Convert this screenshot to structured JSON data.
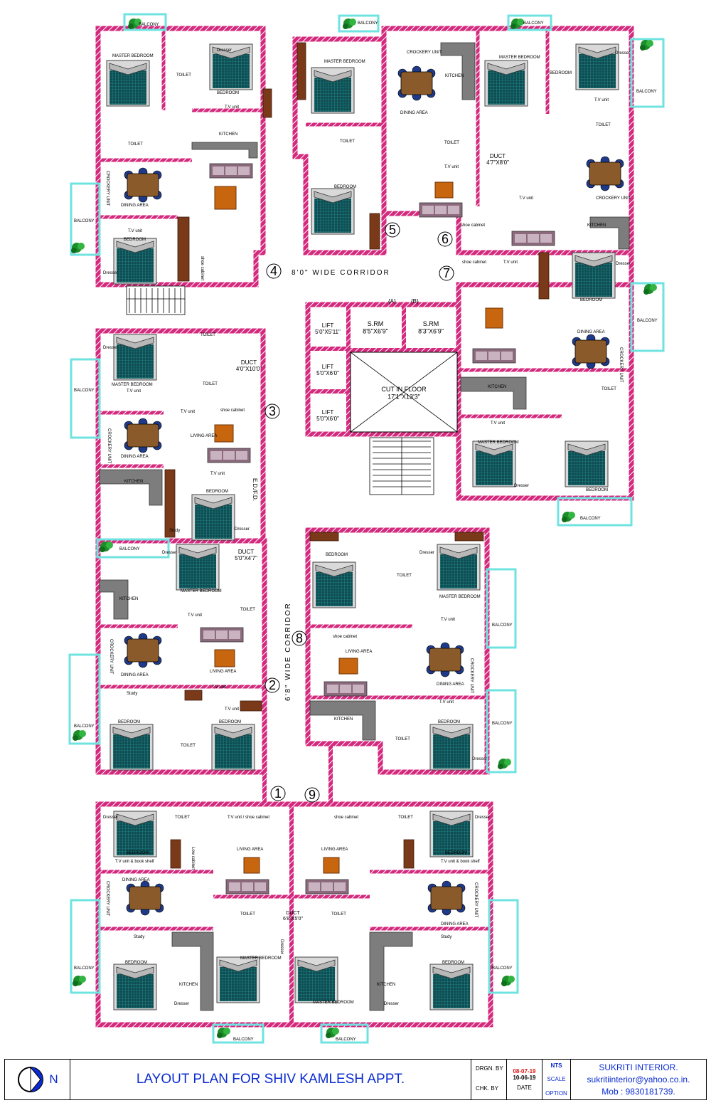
{
  "plan": {
    "corridor_8_label": "8'0\" WIDE CORRIDOR",
    "corridor_6_label": "6'8\" WIDE CORRIDOR",
    "flat_numbers": [
      "1",
      "2",
      "3",
      "4",
      "5",
      "6",
      "7",
      "8",
      "9"
    ],
    "lifts": [
      "LIFT\n5'0\"X5'11\"",
      "LIFT\n5'0\"X6'0\"",
      "LIFT\n5'0\"X6'0\""
    ],
    "srm_a": "S.RM\n8'5\"X6'9\"",
    "srm_b": "S.RM\n8'3\"X6'9\"",
    "tag_a": "{A}",
    "tag_b": "{B}",
    "cut_in_floor": "CUT IN FLOOR\n17'1\"X13'3\"",
    "ducts": [
      "DUCT\n4'7\"X8'0\"",
      "DUCT\n4'0\"X10'0\"",
      "DUCT\n5'0\"X4'7\"",
      "DUCT\n6'8\"X5'0\""
    ],
    "efd": "E.D./F.D.",
    "room_labels": {
      "master_bedroom": "MASTER BEDROOM",
      "bedroom": "BEDROOM",
      "balcony": "BALCONY",
      "toilet": "TOILET",
      "kitchen": "KITCHEN",
      "dining_area": "DINING AREA",
      "living_area": "LIVING AREA",
      "crockery_unit": "CROCKERY UNIT",
      "tv_unit": "T.V unit",
      "dresser": "Dresser",
      "shoe_cabinet": "shoe cabinet",
      "tv_unit_shoe_cabinet": "T.V unit / shoe cabinet",
      "tv_unit_book_shelf": "T.V unit & book shelf",
      "low_cabinet": "Low cabinet",
      "study": "Study"
    }
  },
  "title_block": {
    "north": "N",
    "title": "LAYOUT PLAN FOR SHIV KAMLESH APPT.",
    "drgn_by": "DRGN. BY",
    "chk_by": "CHK. BY",
    "date1": "08-07-19",
    "date2": "10-06-19",
    "date_label": "DATE",
    "nts": "NTS",
    "scale": "SCALE",
    "option": "OPTION",
    "firm": "SUKRITI INTERIOR.",
    "email": "sukritiinterior@yahoo.co.in.",
    "mobile": "Mob : 9830181739."
  },
  "colors": {
    "wall": "#d42a7e",
    "wall_hatch": "#ffffff",
    "bed": "#1a6b6b",
    "furniture_wood": "#c8650f",
    "sofa": "#9a7a88",
    "title_blue": "#0a2bd1",
    "date_red": "#e01010",
    "balcony": "#6fe3e0",
    "kitchen_counter": "#7d7d7d"
  }
}
